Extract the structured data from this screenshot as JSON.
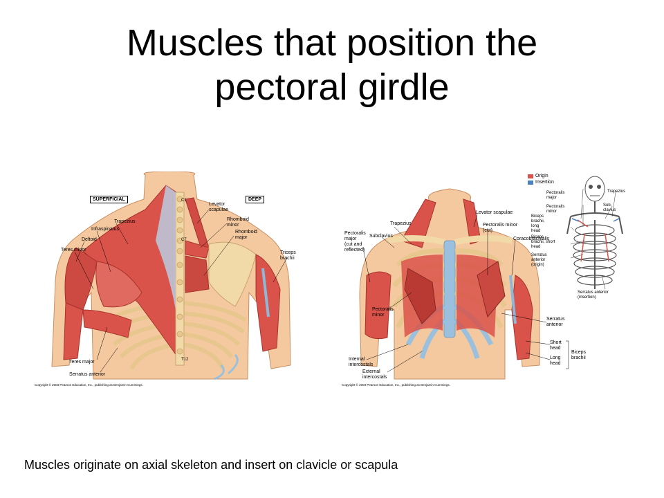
{
  "slide": {
    "title_line1": "Muscles that position the",
    "title_line2": "pectoral girdle",
    "caption": "Muscles originate on axial skeleton and insert on clavicle or scapula"
  },
  "posterior": {
    "badge_superficial": "SUPERFICIAL",
    "badge_deep": "DEEP",
    "labels": {
      "trapezius": "Trapezius",
      "infraspinatus": "Infraspinatus",
      "deltoid": "Deltoid",
      "teres_minor": "Teres minor",
      "teres_major": "Teres major",
      "serratus_anterior": "Serratus anterior",
      "levator_scapulae": "Levator\nscapulae",
      "rhomboid_minor": "Rhomboid\nminor",
      "rhomboid_major": "Rhomboid\nmajor",
      "triceps_brachii": "Triceps\nbrachii",
      "c1": "C1",
      "c7": "C7",
      "t12": "T12"
    },
    "copyright": "Copyright © 2003 Pearson Education, Inc., publishing as Benjamin Cummings."
  },
  "anterior": {
    "legend": {
      "origin": "Origin",
      "insertion": "Insertion"
    },
    "labels": {
      "trapezius": "Trapezius",
      "subclavius": "Subclavius",
      "pectoralis_major_reflected": "Pectoralis\nmajor\n(cut and\nreflected)",
      "pectoralis_minor": "Pectoralis\nminor",
      "levator_scapulae": "Levator scapulae",
      "pectoralis_minor_cut": "Pectoralis minor\n(cut)",
      "coracobrachialis": "Coracobrachialis",
      "serratus_anterior": "Serratus\nanterior",
      "short_head": "Short\nhead",
      "long_head": "Long\nhead",
      "biceps_brachii": "Biceps\nbrachii",
      "internal_intercostals": "Internal\nintercostals",
      "external_intercostals": "External\nintercostals",
      "sk_pectoralis_major": "Pectoralis\nmajor",
      "sk_pectoralis_minor": "Pectoralis\nminor",
      "sk_biceps_long": "Biceps\nbrachii,\nlong\nhead",
      "sk_biceps_short": "Biceps\nbrachii, short\nhead",
      "sk_serratus_origin": "Serratus\nanterior\n(origin)",
      "sk_trapezius": "Trapezius",
      "sk_subclavius": "Sub-\nclavius",
      "sk_serratus_insertion": "Serratus anterior\n(insertion)"
    },
    "copyright": "Copyright © 2003 Pearson Education, Inc., publishing as Benjamin Cummings."
  },
  "colors": {
    "muscle": "#d9534a",
    "muscle_dark": "#b83a33",
    "bone": "#f2d9a8",
    "cartilage": "#8fb8d8",
    "skin": "#f4c9a0",
    "origin": "#d9534a",
    "insertion": "#4a7fc1"
  }
}
